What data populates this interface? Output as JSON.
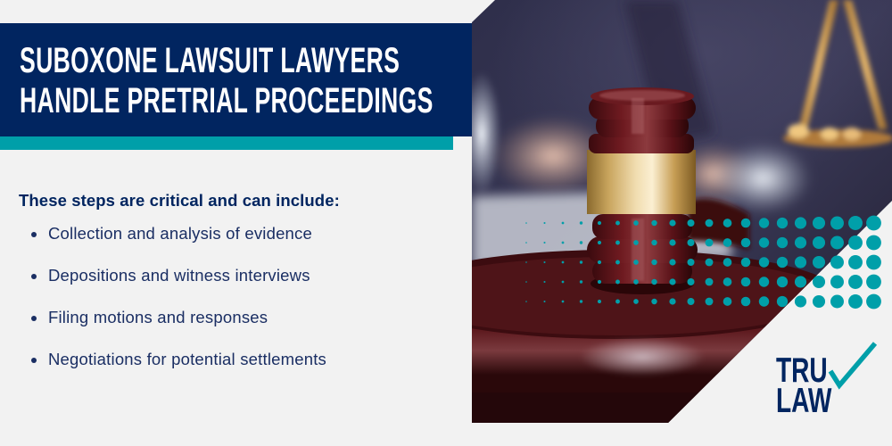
{
  "banner": {
    "title_lines": [
      "SUBOXONE LAWSUIT LAWYERS",
      "HANDLE PRETRIAL PROCEEDINGS"
    ]
  },
  "content": {
    "heading": "These steps are critical and can include:",
    "items": [
      "Collection and analysis of evidence",
      "Depositions and witness interviews",
      "Filing motions and responses",
      "Negotiations for potential settlements"
    ]
  },
  "photo": {
    "subject": "judge-gavel-and-scales-of-justice",
    "icons": [
      "gavel-icon",
      "scales-of-justice-icon"
    ]
  },
  "decor": {
    "dot_pattern": {
      "rows": 5,
      "columns": 20
    }
  },
  "logo": {
    "line1": "TRU",
    "line2": "LAW",
    "mark": "checkmark-icon"
  },
  "colors": {
    "background": "#F2F2F2",
    "navy": "#012560",
    "teal": "#009FA9",
    "text": "#1A2E63"
  }
}
